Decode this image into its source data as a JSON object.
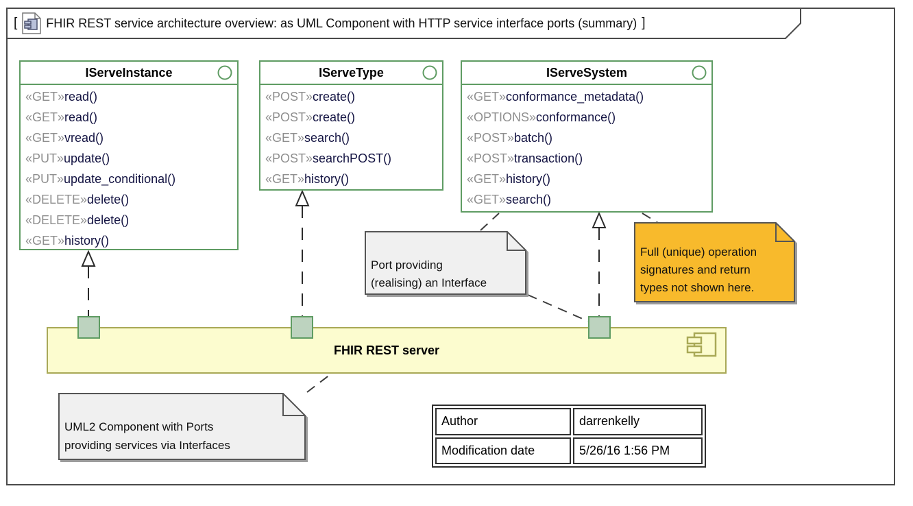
{
  "frame": {
    "title_prefix": "[",
    "title": "FHIR REST service architecture overview: as UML Component with HTTP service interface ports (summary)",
    "title_suffix": "]"
  },
  "interfaces": [
    {
      "name": "IServeInstance",
      "methods": [
        {
          "stereotype": "«GET»",
          "name": "read()"
        },
        {
          "stereotype": "«GET»",
          "name": "read()"
        },
        {
          "stereotype": "«GET»",
          "name": "vread()"
        },
        {
          "stereotype": "«PUT»",
          "name": "update()"
        },
        {
          "stereotype": "«PUT»",
          "name": "update_conditional()"
        },
        {
          "stereotype": "«DELETE»",
          "name": "delete()"
        },
        {
          "stereotype": "«DELETE»",
          "name": "delete()"
        },
        {
          "stereotype": "«GET»",
          "name": "history()"
        }
      ]
    },
    {
      "name": "IServeType",
      "methods": [
        {
          "stereotype": "«POST»",
          "name": "create()"
        },
        {
          "stereotype": "«POST»",
          "name": "create()"
        },
        {
          "stereotype": "«GET»",
          "name": "search()"
        },
        {
          "stereotype": "«POST»",
          "name": "searchPOST()"
        },
        {
          "stereotype": "«GET»",
          "name": "history()"
        }
      ]
    },
    {
      "name": "IServeSystem",
      "methods": [
        {
          "stereotype": "«GET»",
          "name": "conformance_metadata()"
        },
        {
          "stereotype": "«OPTIONS»",
          "name": "conformance()"
        },
        {
          "stereotype": "«POST»",
          "name": "batch()"
        },
        {
          "stereotype": "«POST»",
          "name": "transaction()"
        },
        {
          "stereotype": "«GET»",
          "name": "history()"
        },
        {
          "stereotype": "«GET»",
          "name": "search()"
        }
      ]
    }
  ],
  "notes": {
    "port_note": {
      "lines": [
        "Port providing",
        "(realising) an Interface"
      ],
      "fill": "#f0f0f0"
    },
    "signature_note": {
      "lines": [
        "Full (unique) operation",
        "signatures and return",
        "types not shown here."
      ],
      "fill": "#f8ba2c"
    },
    "component_note": {
      "lines": [
        "UML2 Component with Ports",
        "providing services via Interfaces"
      ],
      "fill": "#f0f0f0"
    }
  },
  "component": {
    "label": "FHIR REST server",
    "port_count": 3
  },
  "info_table": {
    "rows": [
      {
        "label": "Author",
        "value": "darrenkelly"
      },
      {
        "label": "Modification date",
        "value": "5/26/16 1:56 PM"
      }
    ]
  },
  "colors": {
    "interface_border": "#5f9c63",
    "stereotype_text": "#8f8f8f",
    "method_text": "#131342",
    "note_gray_fill": "#f0f0f0",
    "note_orange_fill": "#f8ba2c",
    "note_border": "#555555",
    "component_fill": "#fcfccf",
    "component_border": "#a9a957",
    "port_fill": "#bdd3bf",
    "frame_border": "#4a4a4a"
  }
}
